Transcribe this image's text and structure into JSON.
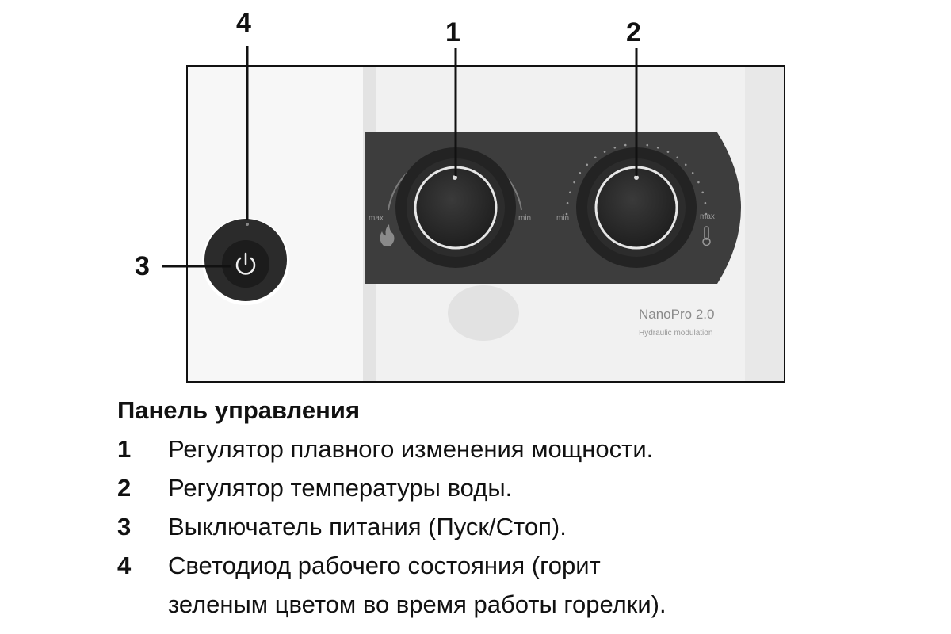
{
  "callouts": {
    "c1": "1",
    "c2": "2",
    "c3": "3",
    "c4": "4"
  },
  "device": {
    "knob1": {
      "left_label": "max",
      "right_label": "min",
      "icon": "flame-icon"
    },
    "knob2": {
      "left_label": "min",
      "right_label": "max",
      "icon": "thermometer-icon"
    },
    "model": "NanoPro 2.0",
    "subtitle": "Hydraulic modulation"
  },
  "legend": {
    "title": "Панель управления",
    "items": [
      {
        "num": "1",
        "text": "Регулятор плавного изменения мощности."
      },
      {
        "num": "2",
        "text": "Регулятор температуры воды."
      },
      {
        "num": "3",
        "text": "Выключатель питания (Пуск/Стоп)."
      },
      {
        "num": "4",
        "text": "Светодиод рабочего состояния (горит"
      },
      {
        "num": "",
        "text": "зеленым цветом во время работы горелки)."
      }
    ]
  }
}
